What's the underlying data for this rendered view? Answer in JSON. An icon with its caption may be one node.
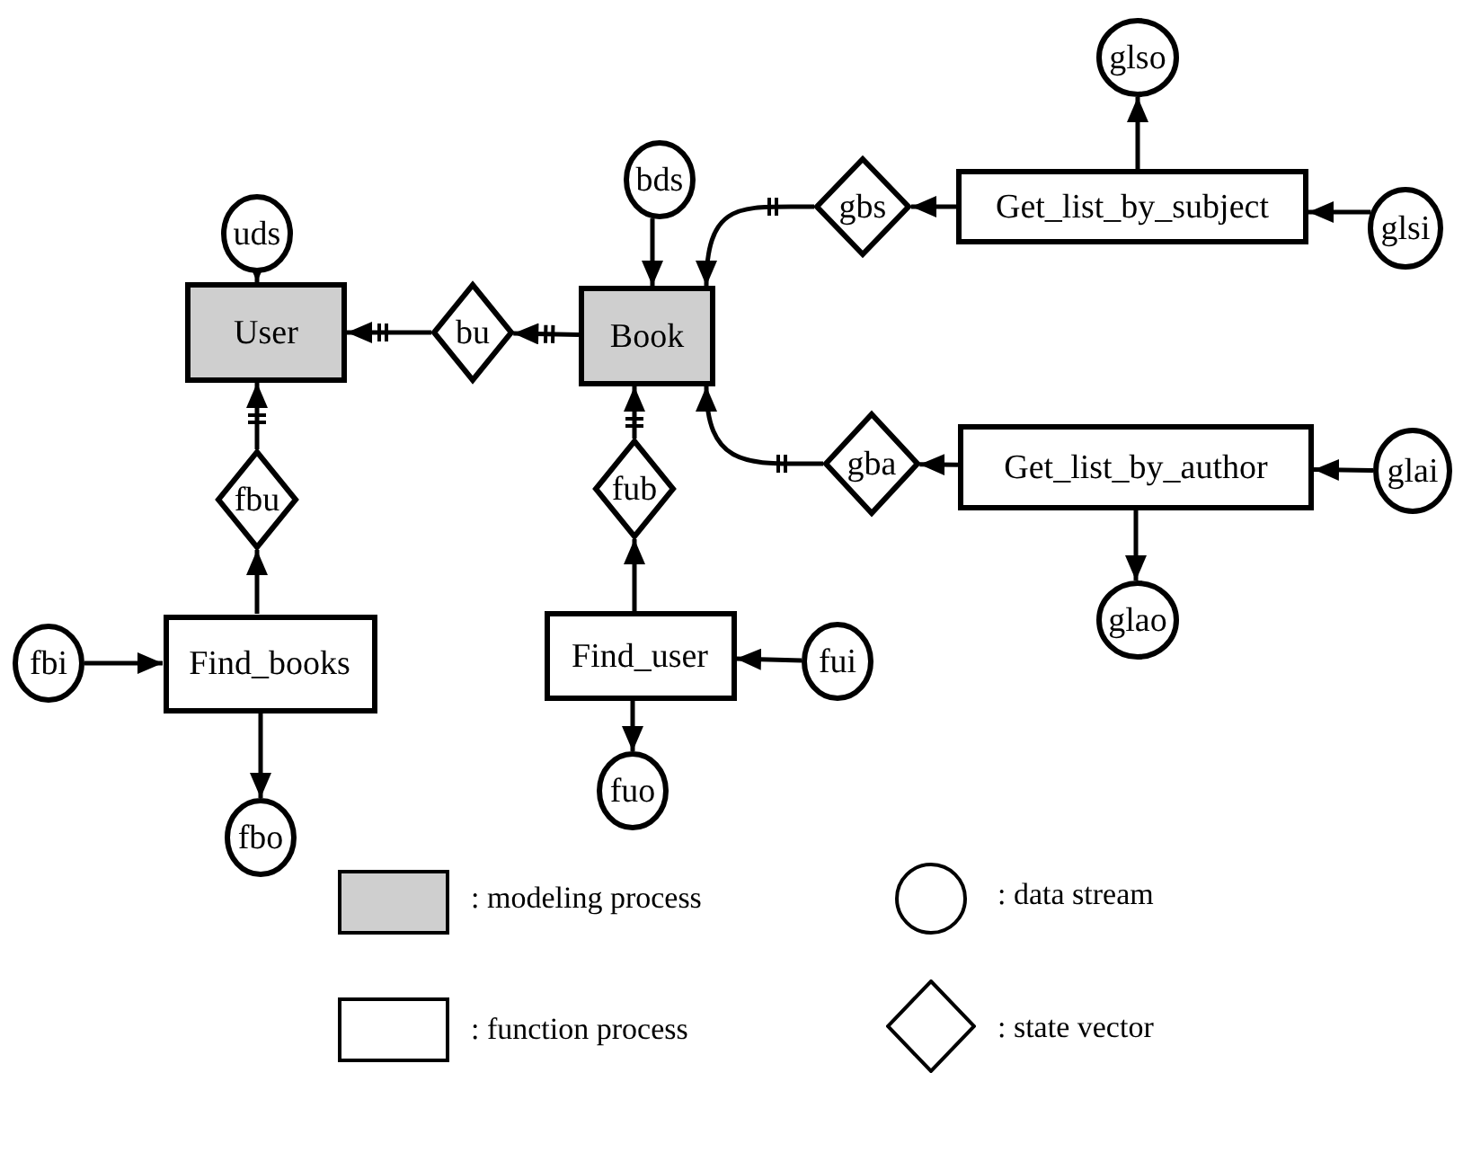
{
  "diagram": {
    "nodes": [
      {
        "text": [
          "uds"
        ]
      },
      {
        "text": [
          "bds"
        ]
      },
      {
        "text": [
          "glso"
        ]
      },
      {
        "text": [
          "User"
        ]
      },
      {
        "text": [
          "bu"
        ]
      },
      {
        "text": [
          "Book"
        ]
      },
      {
        "text": [
          "gbs"
        ]
      },
      {
        "text": [
          "Get_list_by_subject"
        ]
      },
      {
        "text": [
          "glsi"
        ]
      },
      {
        "text": [
          "fbu"
        ]
      },
      {
        "text": [
          "fub"
        ]
      },
      {
        "text": [
          "gba"
        ]
      },
      {
        "text": [
          "Get_list_by_author"
        ]
      },
      {
        "text": [
          "glai"
        ]
      },
      {
        "text": [
          "fbi"
        ]
      },
      {
        "text": [
          "Find_books"
        ]
      },
      {
        "text": [
          "Find_user"
        ]
      },
      {
        "text": [
          "fui"
        ]
      },
      {
        "text": [
          "glao"
        ]
      },
      {
        "text": [
          "fbo"
        ]
      },
      {
        "text": [
          "fuo"
        ]
      }
    ],
    "edges": [
      {
        "from": 0,
        "to": 3,
        "arrow": "to"
      },
      {
        "from": 1,
        "to": 5,
        "arrow": "to"
      },
      {
        "from": 4,
        "to": 3,
        "arrow": "to"
      },
      {
        "from": 5,
        "to": 4,
        "arrow": "to"
      },
      {
        "from": 6,
        "to": 5,
        "arrow": "to"
      },
      {
        "from": 7,
        "to": 6,
        "arrow": "to"
      },
      {
        "from": 8,
        "to": 7,
        "arrow": "to"
      },
      {
        "from": 7,
        "to": 2,
        "arrow": "to"
      },
      {
        "from": 9,
        "to": 3,
        "arrow": "to"
      },
      {
        "from": 15,
        "to": 9,
        "arrow": "to"
      },
      {
        "from": 14,
        "to": 15,
        "arrow": "to"
      },
      {
        "from": 15,
        "to": 19,
        "arrow": "to"
      },
      {
        "from": 10,
        "to": 5,
        "arrow": "to"
      },
      {
        "from": 16,
        "to": 10,
        "arrow": "to"
      },
      {
        "from": 17,
        "to": 16,
        "arrow": "to"
      },
      {
        "from": 16,
        "to": 20,
        "arrow": "to"
      },
      {
        "from": 11,
        "to": 5,
        "arrow": "to"
      },
      {
        "from": 12,
        "to": 11,
        "arrow": "to"
      },
      {
        "from": 13,
        "to": 12,
        "arrow": "to"
      },
      {
        "from": 12,
        "to": 18,
        "arrow": "to"
      }
    ],
    "legend": [
      {
        "text": ": modeling process"
      },
      {
        "text": ": data stream"
      },
      {
        "text": ": function process"
      },
      {
        "text": ": state vector"
      }
    ]
  }
}
